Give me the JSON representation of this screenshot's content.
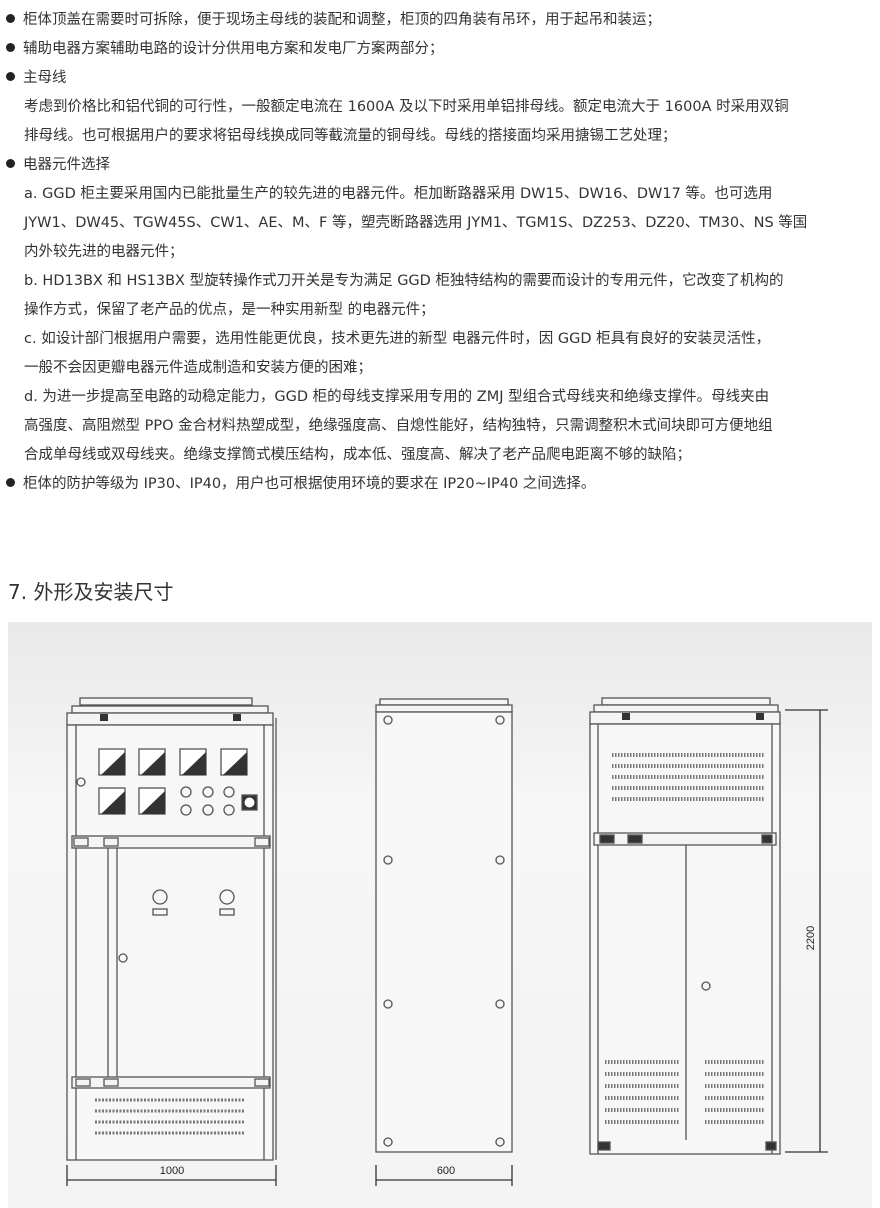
{
  "bullets": [
    {
      "text": "柜体顶盖在需要时可拆除，便于现场主母线的装配和调整，柜顶的四角装有吊环，用于起吊和装运；"
    },
    {
      "text": "辅助电器方案辅助电路的设计分供用电方案和发电厂方案两部分；"
    },
    {
      "text": "主母线",
      "body": [
        "考虑到价格比和铝代铜的可行性，一般额定电流在 1600A 及以下时采用单铝排母线。额定电流大于 1600A 时采用双铜",
        "排母线。也可根据用户的要求将铝母线换成同等截流量的铜母线。母线的搭接面均采用搪锡工艺处理；"
      ]
    },
    {
      "text": "电器元件选择",
      "body": [
        "a. GGD 柜主要采用国内已能批量生产的较先进的电器元件。柜加断路器采用 DW15、DW16、DW17 等。也可选用",
        "JYW1、DW45、TGW45S、CW1、AE、M、F 等，塑壳断路器选用 JYM1、TGM1S、DZ253、DZ20、TM30、NS 等国",
        "内外较先进的电器元件；",
        "b. HD13BX 和 HS13BX 型旋转操作式刀开关是专为满足 GGD 柜独特结构的需要而设计的专用元件，它改变了机构的",
        "操作方式，保留了老产品的优点，是一种实用新型 的电器元件；",
        "c. 如设计部门根据用户需要，选用性能更优良，技术更先进的新型 电器元件时，因 GGD 柜具有良好的安装灵活性，",
        "一般不会因更瓣电器元件造成制造和安装方便的困难；",
        "d. 为进一步提高至电路的动稳定能力，GGD 柜的母线支撑采用专用的 ZMJ 型组合式母线夹和绝缘支撑件。母线夹由",
        "高强度、高阻燃型 PPO 金合材料热塑成型，绝缘强度高、自熄性能好，结构独特，只需调整积木式间块即可方便地组",
        "合成单母线或双母线夹。绝缘支撑筒式模压结构，成本低、强度高、解决了老产品爬电距离不够的缺陷；"
      ]
    },
    {
      "text": "柜体的防护等级为 IP30、IP40，用户也可根据使用环境的要求在 IP20~IP40 之间选择。"
    }
  ],
  "section_title": "7. 外形及安装尺寸",
  "dimensions": {
    "front_width": "1000",
    "side_width": "600",
    "height": "2200"
  }
}
